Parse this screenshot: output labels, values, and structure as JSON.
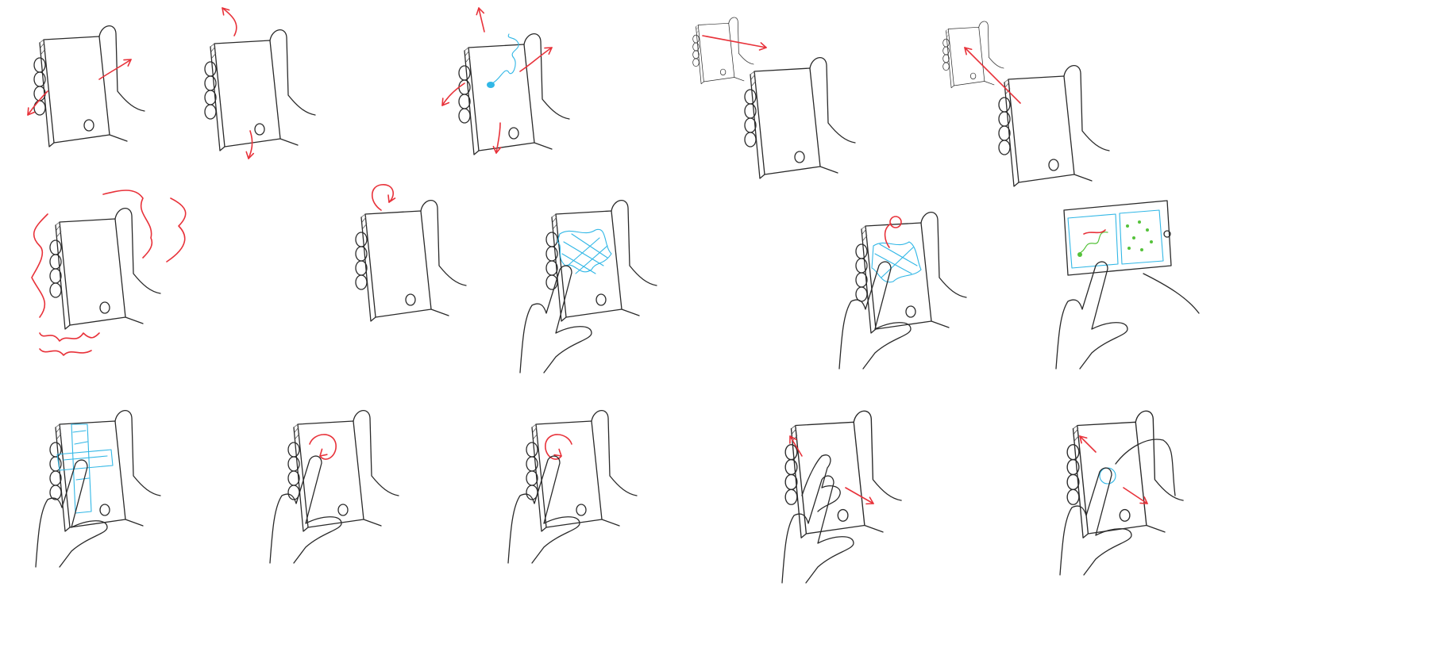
{
  "colors": {
    "ink": "#2a2a2a",
    "gesture_red": "#e8323a",
    "touch_cyan": "#31b7e6",
    "path_green": "#55c23a"
  },
  "panels": [
    {
      "id": "tilt-side-to-side",
      "gesture": [
        "rotate-left-arrow",
        "rotate-right-arrow"
      ]
    },
    {
      "id": "tilt-forward-back",
      "gesture": [
        "up-arrow",
        "down-arrow"
      ]
    },
    {
      "id": "move-in-any-direction",
      "gesture": [
        "four-way-arrows",
        "cyan-path"
      ]
    },
    {
      "id": "move-phone-right",
      "gesture": [
        "right-arrow"
      ]
    },
    {
      "id": "move-phone-back",
      "gesture": [
        "back-arrow"
      ]
    },
    {
      "id": "shake",
      "gesture": [
        "zigzag-lines"
      ]
    },
    {
      "id": "flip",
      "gesture": [
        "curl-arrow"
      ]
    },
    {
      "id": "finger-scribble",
      "gesture": [
        "cyan-scribble"
      ]
    },
    {
      "id": "finger-tap-region",
      "gesture": [
        "cyan-scribble",
        "red-loop"
      ]
    },
    {
      "id": "landscape-two-screens",
      "gesture": [
        "green-path"
      ]
    },
    {
      "id": "cross-swipe",
      "gesture": [
        "cyan-cross"
      ]
    },
    {
      "id": "circle-clockwise",
      "gesture": [
        "circle-arrow"
      ]
    },
    {
      "id": "circle-counterclockwise",
      "gesture": [
        "circle-arrow"
      ]
    },
    {
      "id": "two-finger-spread",
      "gesture": [
        "diagonal-arrows"
      ]
    },
    {
      "id": "two-hand-pinch",
      "gesture": [
        "diagonal-arrows",
        "cyan-circle"
      ]
    }
  ]
}
